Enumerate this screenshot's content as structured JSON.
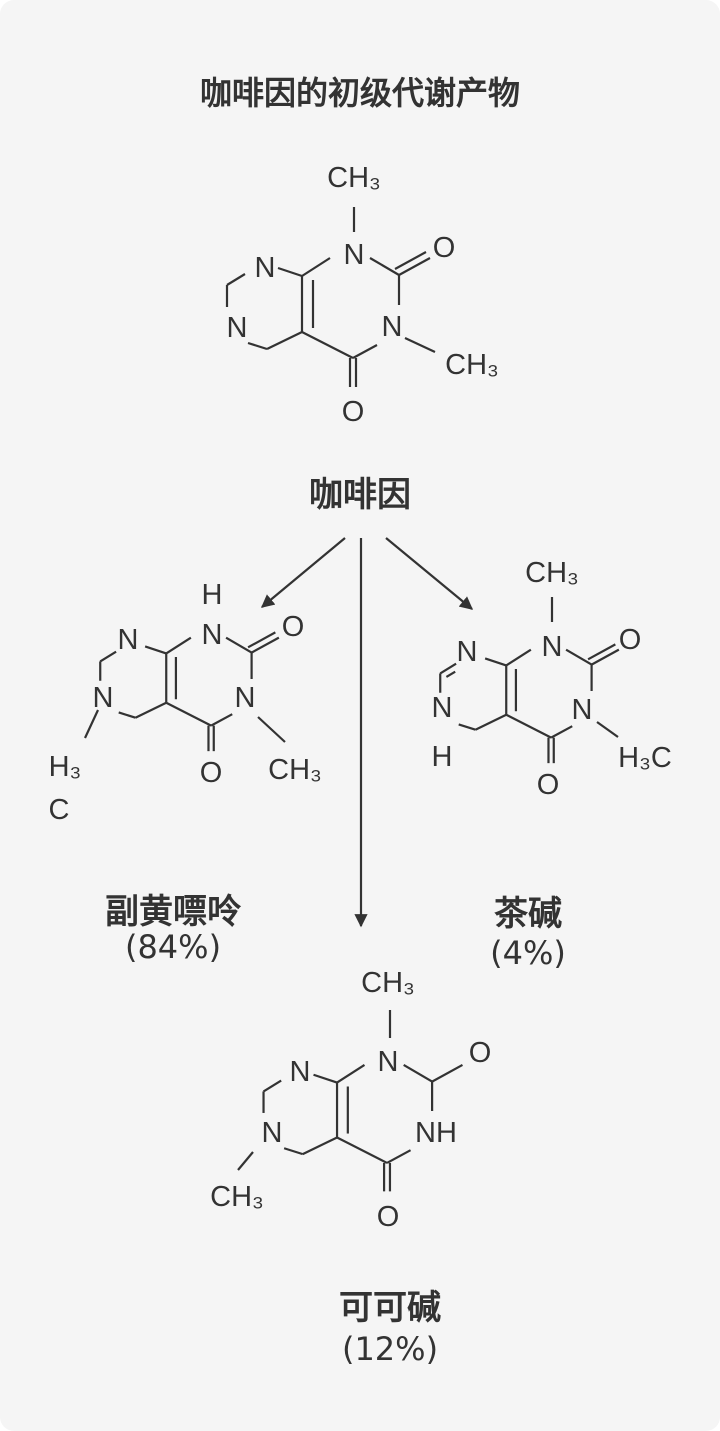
{
  "title": "咖啡因的初级代谢产物",
  "colors": {
    "background": "#f5f5f5",
    "ink": "#333333"
  },
  "caffeine": {
    "name": "咖啡因",
    "atoms": {
      "ch3_top": "CH₃",
      "n1": "N",
      "o2": "O",
      "n_top": "N",
      "n_bot": "N",
      "n3": "N",
      "ch3_right": "CH₃",
      "o4": "O"
    }
  },
  "paraxanthine": {
    "name": "副黄嘌呤",
    "percent": "(84%)",
    "atoms": {
      "h_top": "H",
      "n1": "N",
      "o2": "O",
      "n_top": "N",
      "n_bot": "N",
      "n3": "N",
      "ch3_right": "CH₃",
      "o4": "O",
      "h3": "H₃",
      "c": "C"
    }
  },
  "theophylline": {
    "name": "茶碱",
    "percent": "(4%)",
    "atoms": {
      "ch3_top": "CH₃",
      "n1": "N",
      "o2": "O",
      "n_top": "N",
      "n_bot": "N",
      "h_bot": "H",
      "n3": "N",
      "h3c_right": "H₃C",
      "o4": "O"
    }
  },
  "theobromine": {
    "name": "可可碱",
    "percent": "(12%)",
    "atoms": {
      "ch3_top": "CH₃",
      "n1": "N",
      "o2": "O",
      "n_top": "N",
      "n_bot": "N",
      "ch3_bot": "CH₃",
      "nh": "NH",
      "o4": "O"
    }
  }
}
